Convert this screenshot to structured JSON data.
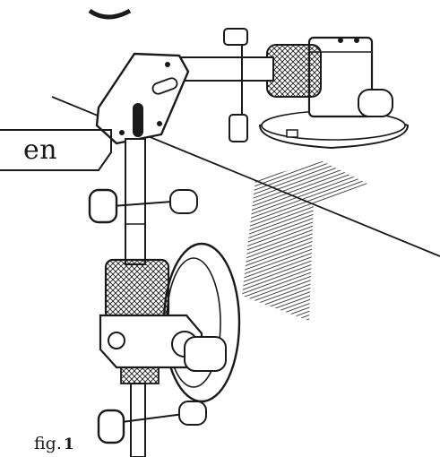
{
  "language_tab": {
    "label": "en"
  },
  "figure": {
    "prefix": "fig.",
    "number": "1"
  },
  "colors": {
    "ink": "#1a1a1a",
    "paper": "#ffffff"
  }
}
